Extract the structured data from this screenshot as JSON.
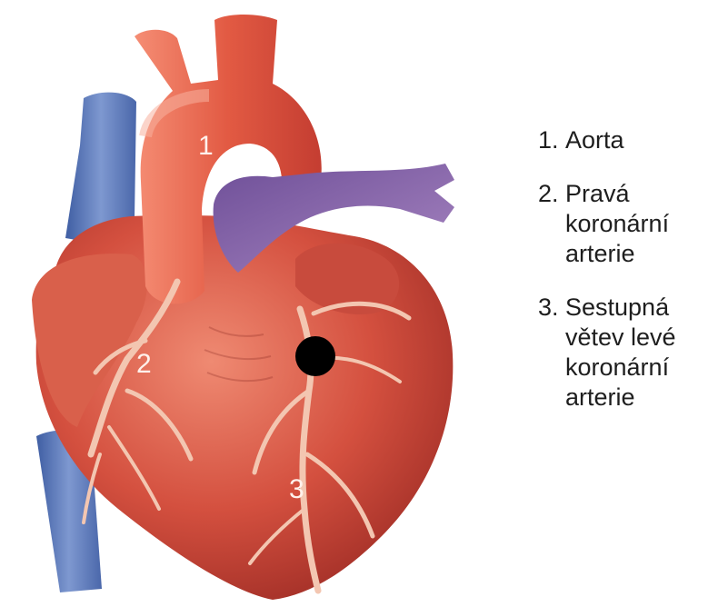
{
  "diagram": {
    "marker_color": "#000000",
    "colors": {
      "heart": "#cf4a3c",
      "heart_light": "#ea7a64",
      "aorta": "#e2553f",
      "vein": "#5d79b8",
      "pulmonary": "#8a64a6",
      "vessel": "#f3c6b1"
    },
    "numbers": [
      {
        "id": "aorta",
        "text": "1"
      },
      {
        "id": "right-coronary",
        "text": "2"
      },
      {
        "id": "lad",
        "text": "3"
      }
    ]
  },
  "legend": [
    {
      "number": "1.",
      "text": "Aorta"
    },
    {
      "number": "2.",
      "text": "Pravá\nkoronární\narterie"
    },
    {
      "number": "3.",
      "text": "Sestupná\nvětev levé\nkoronární\narterie"
    }
  ]
}
